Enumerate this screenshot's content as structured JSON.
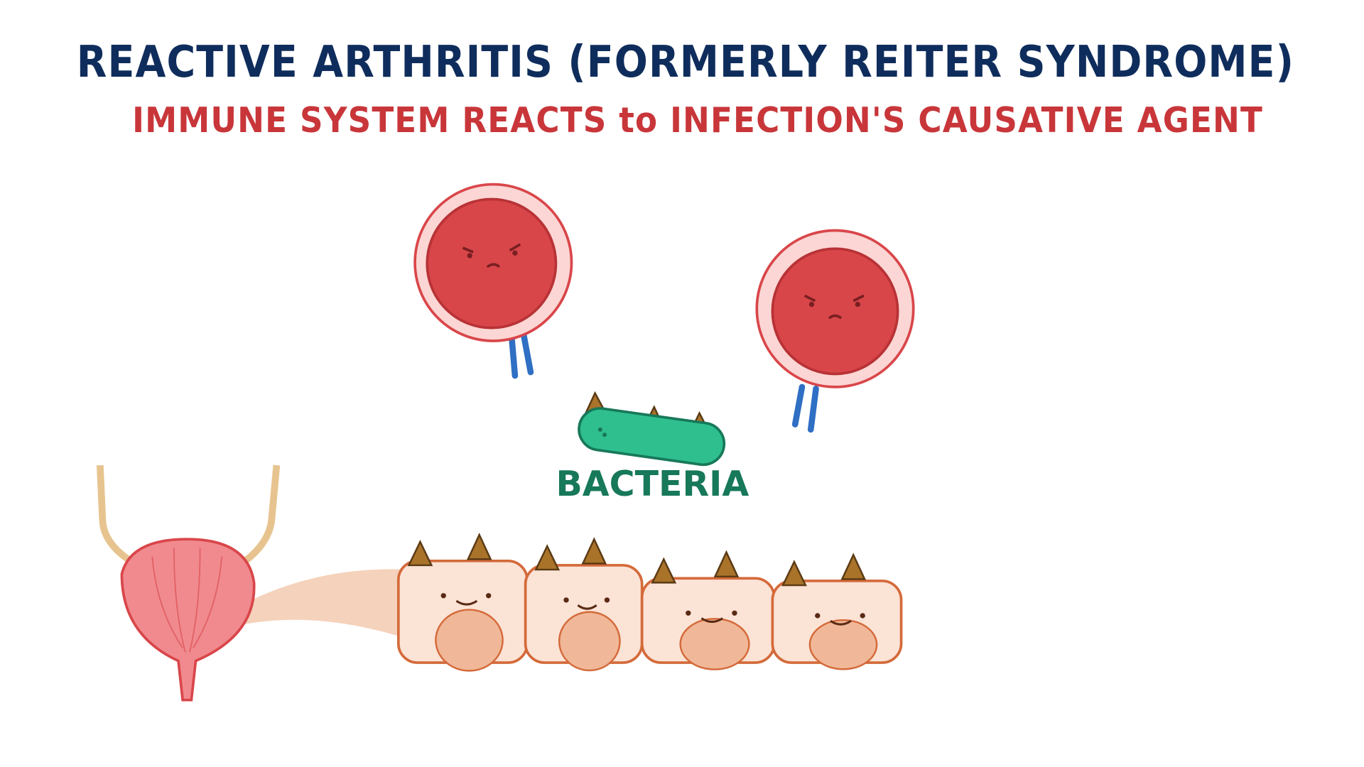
{
  "title": "REACTIVE ARTHRITIS (FORMERLY REITER SYNDROME)",
  "subtitle": "IMMUNE SYSTEM REACTS to INFECTION'S CAUSATIVE AGENT",
  "bacteria_label": "BACTERIA",
  "colors": {
    "title": "#0f2d5c",
    "subtitle": "#c8363a",
    "bacteria": "#2fbf8f",
    "bacteria_label": "#17785a",
    "white_blood_cell": "#d9464a",
    "antibody": "#2f6fc4",
    "epithelial_cell": "#fbe3d6",
    "spike": "#a9732a"
  }
}
